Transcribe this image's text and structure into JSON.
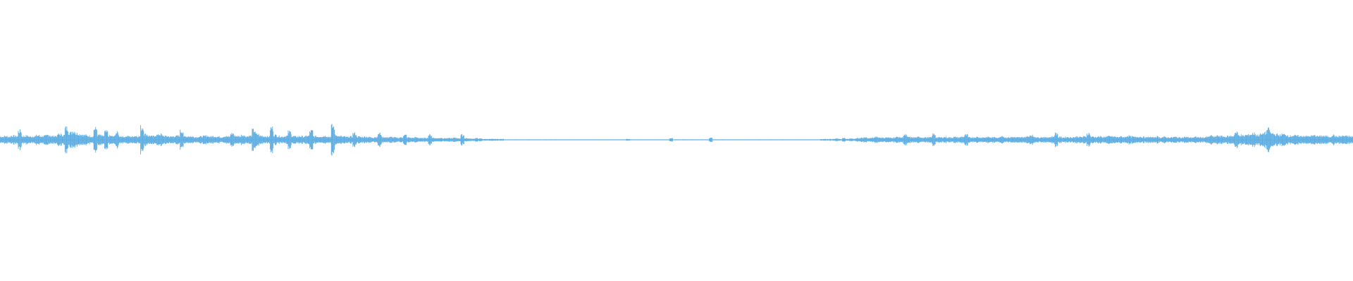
{
  "waveform": {
    "color": "#5dade2",
    "background": "#ffffff",
    "normalized_amplitude_range": [
      -1,
      1
    ],
    "envelope": [
      0.08,
      0.09,
      0.08,
      0.1,
      0.09,
      0.22,
      0.09,
      0.1,
      0.08,
      0.09,
      0.11,
      0.09,
      0.1,
      0.12,
      0.09,
      0.1,
      0.14,
      0.12,
      0.3,
      0.18,
      0.22,
      0.16,
      0.14,
      0.12,
      0.1,
      0.09,
      0.28,
      0.12,
      0.1,
      0.2,
      0.1,
      0.09,
      0.18,
      0.09,
      0.08,
      0.09,
      0.08,
      0.1,
      0.09,
      0.32,
      0.14,
      0.1,
      0.09,
      0.12,
      0.14,
      0.1,
      0.09,
      0.08,
      0.09,
      0.1,
      0.22,
      0.08,
      0.09,
      0.08,
      0.07,
      0.08,
      0.09,
      0.1,
      0.08,
      0.09,
      0.08,
      0.07,
      0.09,
      0.08,
      0.16,
      0.1,
      0.09,
      0.12,
      0.09,
      0.1,
      0.24,
      0.14,
      0.1,
      0.09,
      0.08,
      0.3,
      0.12,
      0.09,
      0.08,
      0.1,
      0.2,
      0.09,
      0.08,
      0.09,
      0.08,
      0.1,
      0.22,
      0.09,
      0.08,
      0.09,
      0.1,
      0.08,
      0.34,
      0.12,
      0.09,
      0.08,
      0.07,
      0.08,
      0.16,
      0.08,
      0.07,
      0.08,
      0.07,
      0.06,
      0.07,
      0.16,
      0.07,
      0.06,
      0.07,
      0.06,
      0.05,
      0.06,
      0.12,
      0.06,
      0.05,
      0.06,
      0.05,
      0.04,
      0.05,
      0.12,
      0.05,
      0.04,
      0.05,
      0.04,
      0.04,
      0.04,
      0.05,
      0.04,
      0.12,
      0.04,
      0.03,
      0.03,
      0.04,
      0.03,
      0.02,
      0.02,
      0.02,
      0.02,
      0.02,
      0.02,
      0.01,
      0.01,
      0.01,
      0.01,
      0.01,
      0.01,
      0.01,
      0.01,
      0.01,
      0.01,
      0.01,
      0.01,
      0.01,
      0.01,
      0.01,
      0.01,
      0.01,
      0.01,
      0.01,
      0.01,
      0.01,
      0.01,
      0.01,
      0.01,
      0.01,
      0.01,
      0.01,
      0.01,
      0.01,
      0.01,
      0.01,
      0.01,
      0.01,
      0.01,
      0.02,
      0.01,
      0.01,
      0.01,
      0.01,
      0.01,
      0.01,
      0.01,
      0.01,
      0.01,
      0.01,
      0.01,
      0.04,
      0.01,
      0.01,
      0.01,
      0.01,
      0.01,
      0.01,
      0.01,
      0.01,
      0.01,
      0.01,
      0.05,
      0.01,
      0.01,
      0.01,
      0.01,
      0.01,
      0.01,
      0.01,
      0.01,
      0.01,
      0.01,
      0.01,
      0.01,
      0.01,
      0.01,
      0.01,
      0.01,
      0.01,
      0.01,
      0.01,
      0.01,
      0.01,
      0.01,
      0.01,
      0.01,
      0.01,
      0.01,
      0.01,
      0.01,
      0.01,
      0.01,
      0.02,
      0.02,
      0.02,
      0.02,
      0.03,
      0.02,
      0.04,
      0.02,
      0.03,
      0.03,
      0.04,
      0.05,
      0.06,
      0.04,
      0.05,
      0.08,
      0.06,
      0.05,
      0.06,
      0.05,
      0.06,
      0.07,
      0.06,
      0.12,
      0.07,
      0.06,
      0.06,
      0.07,
      0.06,
      0.06,
      0.06,
      0.14,
      0.06,
      0.06,
      0.07,
      0.06,
      0.06,
      0.07,
      0.06,
      0.08,
      0.12,
      0.06,
      0.06,
      0.07,
      0.06,
      0.06,
      0.07,
      0.06,
      0.06,
      0.06,
      0.1,
      0.06,
      0.06,
      0.07,
      0.06,
      0.06,
      0.07,
      0.08,
      0.12,
      0.08,
      0.06,
      0.07,
      0.06,
      0.07,
      0.08,
      0.16,
      0.07,
      0.06,
      0.07,
      0.06,
      0.07,
      0.08,
      0.07,
      0.08,
      0.16,
      0.08,
      0.07,
      0.08,
      0.07,
      0.08,
      0.09,
      0.08,
      0.07,
      0.08,
      0.07,
      0.1,
      0.08,
      0.07,
      0.08,
      0.07,
      0.06,
      0.07,
      0.06,
      0.08,
      0.06,
      0.07,
      0.06,
      0.06,
      0.07,
      0.06,
      0.06,
      0.07,
      0.06,
      0.06,
      0.07,
      0.06,
      0.06,
      0.07,
      0.1,
      0.08,
      0.1,
      0.09,
      0.08,
      0.09,
      0.1,
      0.18,
      0.12,
      0.1,
      0.12,
      0.14,
      0.16,
      0.12,
      0.14,
      0.18,
      0.26,
      0.16,
      0.14,
      0.12,
      0.14,
      0.12,
      0.1,
      0.11,
      0.1,
      0.09,
      0.1,
      0.09,
      0.1,
      0.11,
      0.09,
      0.1,
      0.09,
      0.08,
      0.12,
      0.08,
      0.09,
      0.1,
      0.09,
      0.08
    ]
  }
}
